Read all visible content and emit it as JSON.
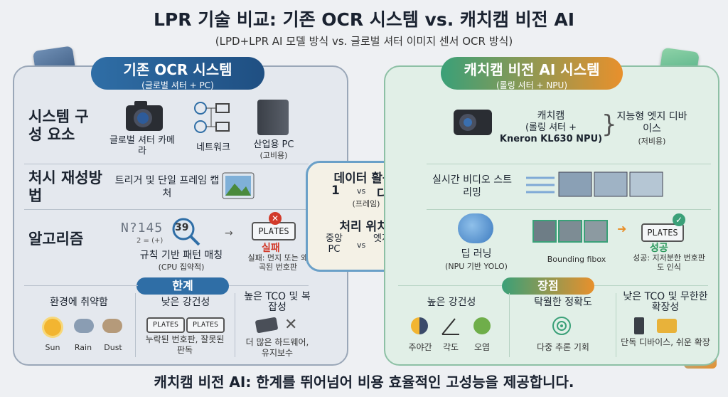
{
  "title": "LPR 기술 비교: 기존 OCR 시스템 vs. 캐치캠 비전 AI",
  "subtitle": "(LPD+LPR AI 모델 방식 vs. 글로벌 셔터 이미지 센서 OCR 방식)",
  "left": {
    "header": "기존 OCR 시스템",
    "header_sub": "(글로벌 셔터 + PC)",
    "sections": {
      "system": "시스템 구성 요소",
      "process": "처시 재성방법",
      "algorithm": "알고리즘"
    },
    "components": {
      "camera": "글로벌 셔터 카메라",
      "network": "네트워크",
      "pc": "산업용 PC",
      "pc_cost": "(고비용)"
    },
    "process_text": "트리거 및 단일 프레임 캡처",
    "algo": {
      "ocr_text": "N?145",
      "ocr_num": "39",
      "ocr_small": "2 = (+)",
      "plate": "PLATES",
      "rule": "규칙 기반 패턴 매칭",
      "rule_sub": "(CPU 집약적)",
      "fail": "실패",
      "fail_desc": "실패: 먼지 또는 왜곡된 번호판"
    },
    "limits_header": "한계",
    "limits": {
      "env": "환경에 취약함",
      "weather": [
        "Sun",
        "Rain",
        "Dust"
      ],
      "robust": "낮은 강건성",
      "plates": [
        "PLATES",
        "PLATES"
      ],
      "robust_desc": "누락된 번호판, 잘못된 판독",
      "tco": "높은 TCO 및 복잡성",
      "tco_desc": "더 많은 하드웨어, 유지보수"
    }
  },
  "center": {
    "data_title": "데이터 활용:",
    "data_left": "1",
    "data_vs": "vs",
    "data_right": "다수",
    "data_sub": "(프레임)",
    "proc_title": "처리 위치:",
    "proc_left": "중앙 PC",
    "proc_vs": "vs",
    "proc_right": "엣지 디바이스"
  },
  "right": {
    "header": "캐치캠 비전 AI 시스템",
    "header_sub": "(롤링 셔터 + NPU)",
    "device": "캐치캠 (롤링 셔터 + Kneron KL630 NPU)",
    "device_l1": "캐치캠",
    "device_l2": "(롤링 셔터 +",
    "device_l3": "Kneron KL630 NPU)",
    "edge": "지능형 엣지 디바이스",
    "edge_cost": "(저비용)",
    "stream": "실시간 비디오 스트리밍",
    "deep": "딥 러닝",
    "deep_sub": "(NPU 기반 YOLO)",
    "bbox": "Bounding fibox",
    "plate": "PLATES",
    "success": "성공",
    "success_desc": "성공: 지저분한 번호판도 인식",
    "adv_header": "장점",
    "adv": {
      "robust": "높은 강건성",
      "robust_items": [
        "주야간",
        "각도",
        "오염"
      ],
      "accuracy": "탁월한 정확도",
      "accuracy_desc": "다중 추론 기회",
      "tco": "낮은 TCO 및 무한한 확장성",
      "tco_desc": "단독 디바이스, 쉬운 확장"
    }
  },
  "bottom": "캐치캠 비전 AI: 한계를 뛰어넘어 비용 효율적인 고성능을 제공합니다.",
  "colors": {
    "left_accent": "#2f6ea6",
    "right_green": "#3aa078",
    "right_orange": "#e8902c",
    "fail_red": "#d23a2a"
  }
}
